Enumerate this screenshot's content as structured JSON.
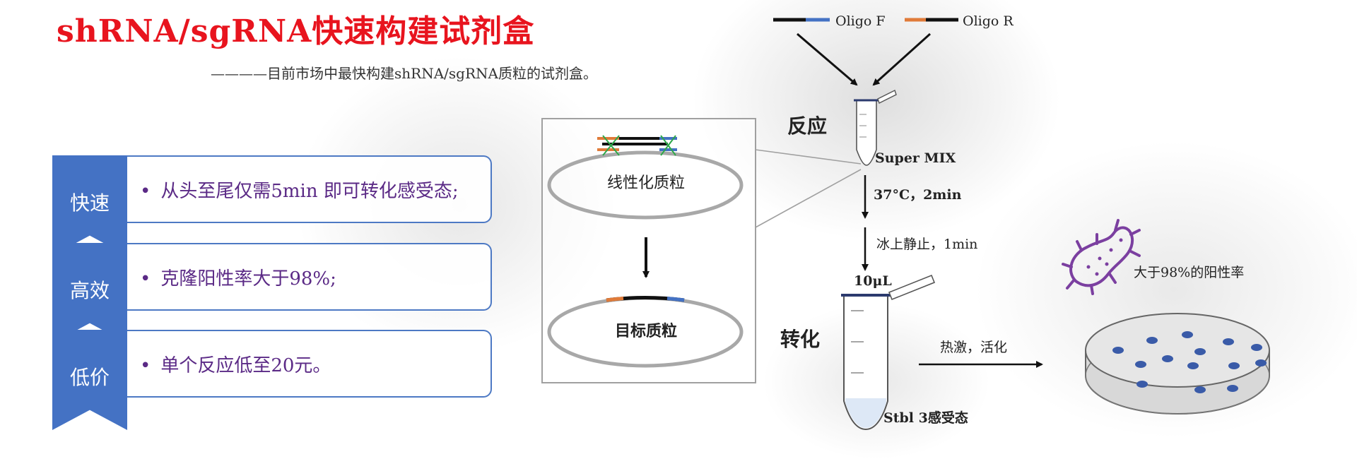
{
  "title": "shRNA/sgRNA快速构建试剂盒",
  "subtitle": "————目前市场中最快构建shRNA/sgRNA质粒的试剂盒。",
  "features": [
    {
      "tag": "快速",
      "text": "从头至尾仅需5min 即可转化感受态;"
    },
    {
      "tag": "高效",
      "text": "克隆阳性率大于98%;"
    },
    {
      "tag": "低价",
      "text": "单个反应低至20元。"
    }
  ],
  "plasmid": {
    "linear_label": "线性化质粒",
    "target_label": "目标质粒"
  },
  "oligos": {
    "f_label": "Oligo F",
    "r_label": "Oligo R"
  },
  "reaction": {
    "stage_label": "反应",
    "tube_label": "Super MIX",
    "step1": "37°C，2min",
    "step2": "冰上静止，1min"
  },
  "transform": {
    "stage_label": "转化",
    "volume": "10μL",
    "cells": "Stbl 3感受态",
    "action": "热激，活化"
  },
  "result": {
    "rate": "大于98%的阳性率"
  },
  "colors": {
    "title": "#e8141e",
    "tab": "#4472c4",
    "feature_text": "#5b2a86",
    "oligo_blue": "#4472c4",
    "oligo_orange": "#e07b39",
    "colony": "#3a5ba8",
    "bacterium": "#7b3fa0",
    "plasmid_green": "#2ea84a"
  },
  "icons": [
    "bacterium-icon",
    "petri-dish-icon",
    "tube-icon"
  ]
}
